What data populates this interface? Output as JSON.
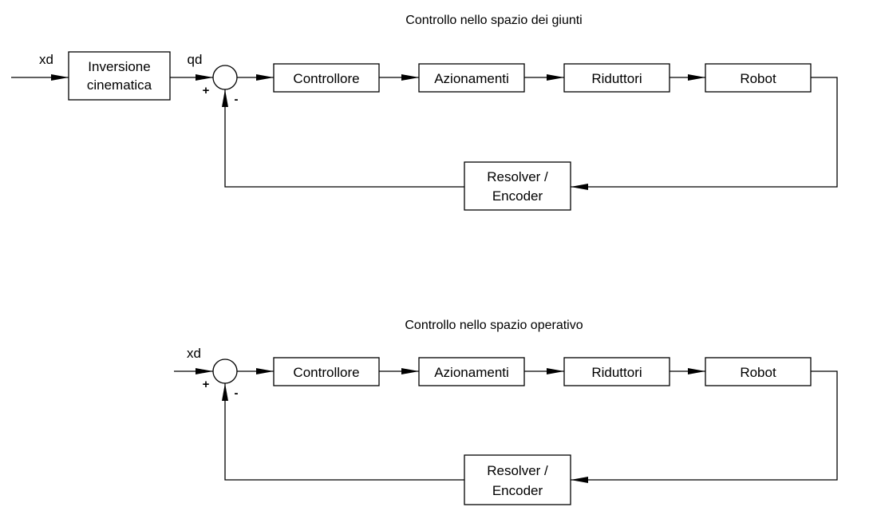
{
  "top": {
    "title": "Controllo nello spazio dei giunti",
    "input_label": "xd",
    "inversion_line1": "Inversione",
    "inversion_line2": "cinematica",
    "reference_label": "qd",
    "plus_sign": "+",
    "minus_sign": "-",
    "blocks": [
      "Controllore",
      "Azionamenti",
      "Riduttori",
      "Robot"
    ],
    "sensor_line1": "Resolver /",
    "sensor_line2": "Encoder"
  },
  "bottom": {
    "title": "Controllo nello spazio operativo",
    "input_label": "xd",
    "plus_sign": "+",
    "minus_sign": "-",
    "blocks": [
      "Controllore",
      "Azionamenti",
      "Riduttori",
      "Robot"
    ],
    "sensor_line1": "Resolver /",
    "sensor_line2": "Encoder"
  }
}
